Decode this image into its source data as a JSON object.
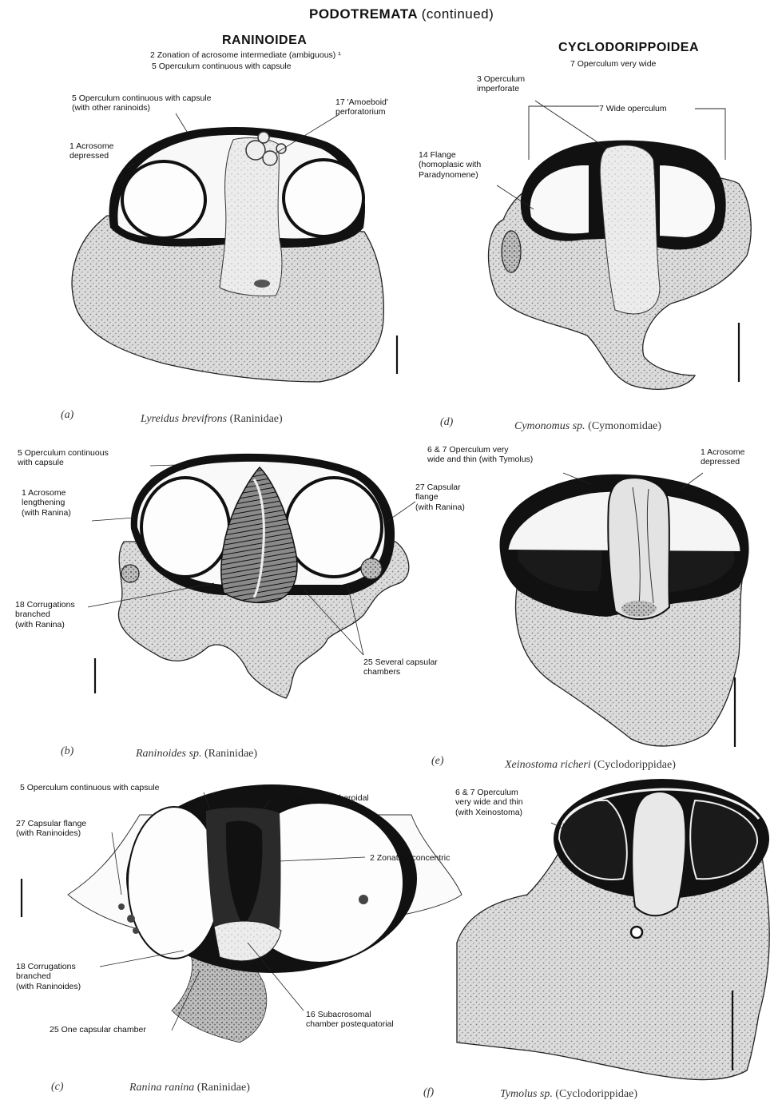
{
  "title": {
    "main": "PODOTREMATA",
    "sub": "(continued)"
  },
  "sections": {
    "left": "RANINOIDEA",
    "right": "CYCLODORIPPOIDEA"
  },
  "section_notes": {
    "left": [
      "2 Zonation of acrosome intermediate (ambiguous) ¹",
      "5 Operculum continuous with capsule"
    ],
    "right": [
      "7 Operculum very wide"
    ]
  },
  "panels": {
    "a": {
      "letter": "(a)",
      "species": "Lyreidus brevifrons",
      "family": "(Raninidae)",
      "labels": [
        "5 Operculum continuous with capsule\n(with other raninoids)",
        "17 'Amoeboid'\nperforatorium",
        "1 Acrosome\ndepressed"
      ]
    },
    "b": {
      "letter": "(b)",
      "species": "Raninoides sp.",
      "family": "(Raninidae)",
      "labels": [
        "5 Operculum continuous\nwith capsule",
        "1 Acrosome\nlengthening\n(with Ranina)",
        "27 Capsular\nflange\n(with Ranina)",
        "18 Corrugations\nbranched\n(with Ranina)",
        "25 Several capsular\nchambers"
      ]
    },
    "c": {
      "letter": "(c)",
      "species": "Ranina ranina",
      "family": "(Raninidae)",
      "labels": [
        "5 Operculum continuous with capsule",
        "1 Acrosome subspheroidal",
        "27 Capsular flange\n(with Raninoides)",
        "2 Zonation concentric",
        "18 Corrugations\nbranched\n(with Raninoides)",
        "25 One capsular chamber",
        "16 Subacrosomal\nchamber postequatorial"
      ]
    },
    "d": {
      "letter": "(d)",
      "species": "Cymonomus sp.",
      "family": "(Cymonomidae)",
      "labels": [
        "3 Operculum\nimperforate",
        "7 Wide operculum",
        "14 Flange\n(homoplasic with\nParadynomene)"
      ]
    },
    "e": {
      "letter": "(e)",
      "species": "Xeinostoma richeri",
      "family": "(Cyclodorippidae)",
      "labels": [
        "6 & 7 Operculum very\nwide and thin (with Tymolus)",
        "1 Acrosome\ndepressed"
      ]
    },
    "f": {
      "letter": "(f)",
      "species": "Tymolus sp.",
      "family": "(Cyclodorippidae)",
      "labels": [
        "6 & 7 Operculum\nvery wide and thin\n(with Xeinostoma)"
      ]
    }
  },
  "colors": {
    "ink": "#111111",
    "stipple": "#d9d9d9",
    "paper": "#ffffff",
    "dark_fill": "#1a1a1a",
    "light_fill": "#ebebeb"
  }
}
